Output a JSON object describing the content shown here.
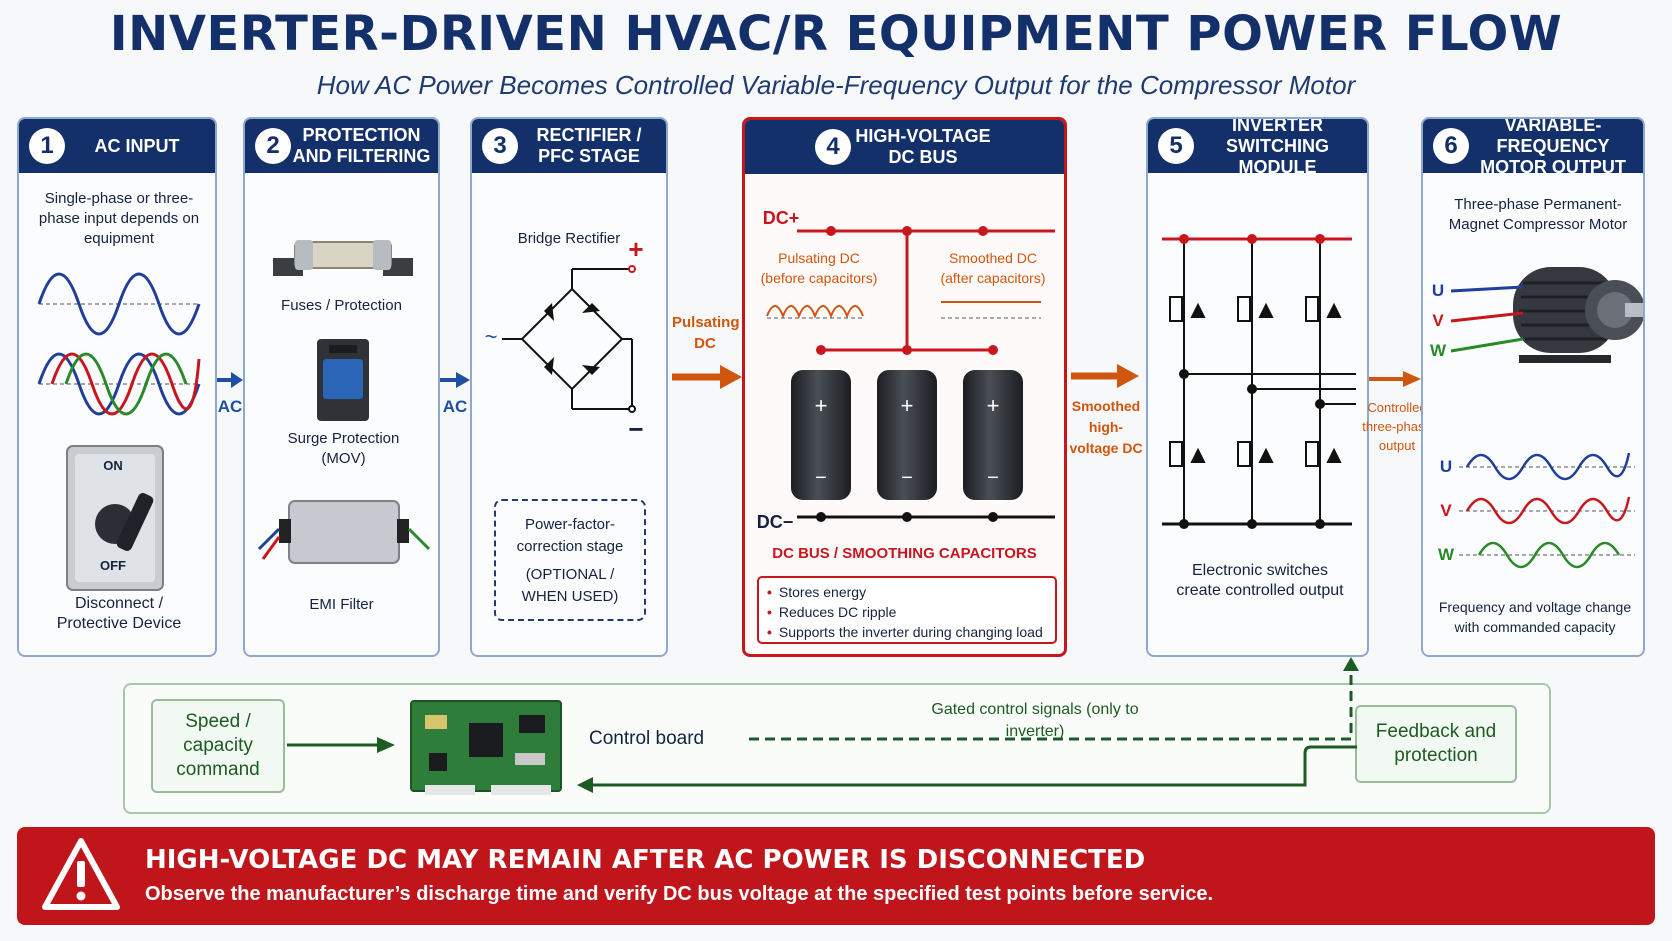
{
  "title": "INVERTER-DRIVEN HVAC/R EQUIPMENT POWER FLOW",
  "subtitle": "How AC Power Becomes Controlled Variable-Frequency Output for the Compressor Motor",
  "stages": [
    {
      "num": "1",
      "title": "AC INPUT",
      "desc": "Single-phase or three-phase input depends on equipment",
      "switch_on": "ON",
      "switch_off": "OFF",
      "device": "Disconnect / Protective Device"
    },
    {
      "num": "2",
      "title": "PROTECTION AND FILTERING",
      "fuses": "Fuses / Protection",
      "surge": "Surge Protection (MOV)",
      "emi": "EMI Filter"
    },
    {
      "num": "3",
      "title": "RECTIFIER / PFC STAGE",
      "bridge": "Bridge Rectifier",
      "plus": "+",
      "minus": "−",
      "ac_symbol": "~",
      "pfc": "Power-factor-correction stage",
      "pfc_note": "(OPTIONAL / WHEN USED)"
    },
    {
      "num": "4",
      "title": "HIGH-VOLTAGE DC BUS",
      "dc_plus": "DC+",
      "dc_minus": "DC−",
      "pulsing": "Pulsating DC (before capacitors)",
      "smoothed": "Smoothed DC (after capacitors)",
      "cap_plus": "+",
      "cap_minus": "−",
      "caption": "DC BUS / SMOOTHING CAPACITORS",
      "bullets": [
        "Stores energy",
        "Reduces DC ripple",
        "Supports the inverter during changing load"
      ]
    },
    {
      "num": "5",
      "title": "INVERTER SWITCHING MODULE",
      "caption": "Electronic switches create controlled output"
    },
    {
      "num": "6",
      "title": "VARIABLE-FREQUENCY MOTOR OUTPUT",
      "motor": "Three-phase Permanent-Magnet Compressor Motor",
      "phases": [
        "U",
        "V",
        "W"
      ],
      "caption": "Frequency and voltage change with commanded capacity"
    }
  ],
  "flows": {
    "ac1": "AC",
    "ac2": "AC",
    "pulsating": "Pulsating DC",
    "smoothed": "Smoothed high-voltage DC",
    "controlled": "Controlled three-phase output"
  },
  "control": {
    "speed": "Speed / capacity command",
    "board": "Control board",
    "gated": "Gated control signals (only to inverter)",
    "feedback": "Feedback and protection"
  },
  "warning": {
    "title": "HIGH-VOLTAGE DC MAY REMAIN AFTER AC POWER IS DISCONNECTED",
    "text": "Observe the manufacturer’s discharge time and verify DC bus voltage at the specified test points before service."
  },
  "colors": {
    "navy": "#14306b",
    "red": "#c8161d",
    "orange": "#d0560f",
    "green": "#1d5b22",
    "phase_u": "#1f3f99",
    "phase_v": "#c8161d",
    "phase_w": "#2a8a2a"
  }
}
